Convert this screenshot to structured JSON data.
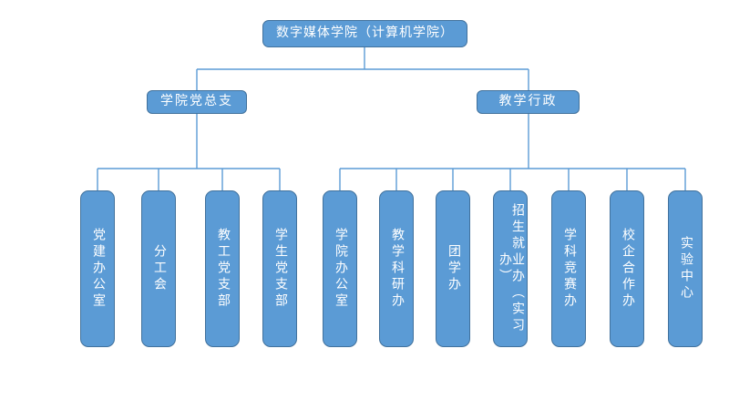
{
  "colors": {
    "node_fill": "#5B9BD5",
    "node_border": "#41719C",
    "connector_line": "#5B9BD5",
    "node_text": "#FFFFFF",
    "background": "#FFFFFF"
  },
  "org_tree": {
    "root": {
      "label": "数字媒体学院（计算机学院）"
    },
    "branches": [
      {
        "label": "学院党总支",
        "children": [
          "党建办公室",
          "分工会",
          "教工党支部",
          "学生党支部"
        ]
      },
      {
        "label": "教学行政",
        "children": [
          "学院办公室",
          "教学科研办",
          "团学办",
          "招生就业办（实习办）",
          "学科竞赛办",
          "校企合作办",
          "实验中心"
        ]
      }
    ]
  }
}
